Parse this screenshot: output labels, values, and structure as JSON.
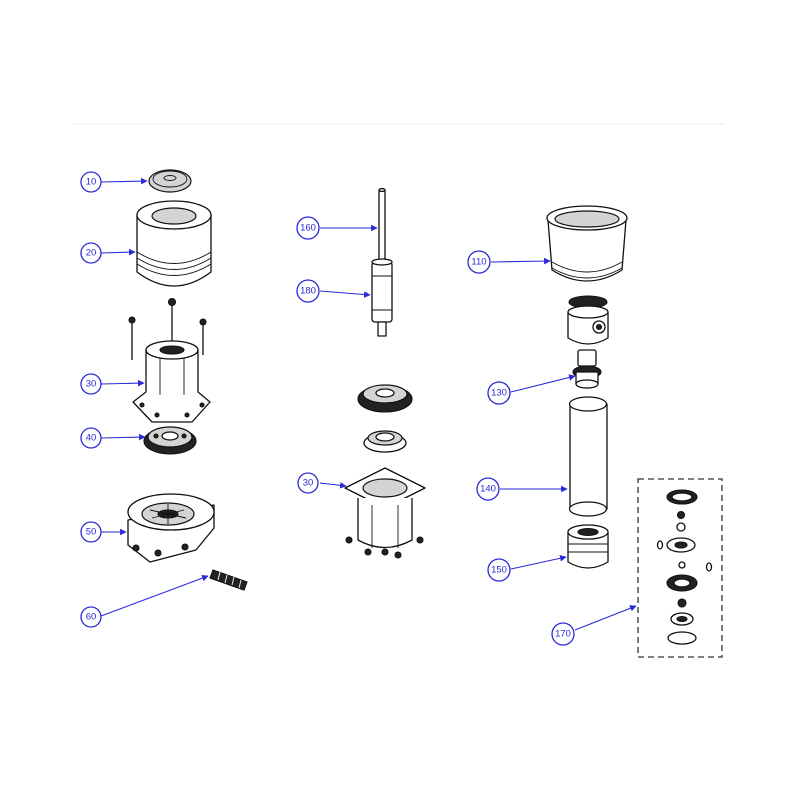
{
  "accent_color": "#2a2ad8",
  "callouts": {
    "c10": "10",
    "c20": "20",
    "c30a": "30",
    "c40": "40",
    "c50": "50",
    "c60": "60",
    "c160": "160",
    "c180": "180",
    "c30b": "30",
    "c110": "110",
    "c130": "130",
    "c140": "140",
    "c150": "150",
    "c170": "170"
  }
}
